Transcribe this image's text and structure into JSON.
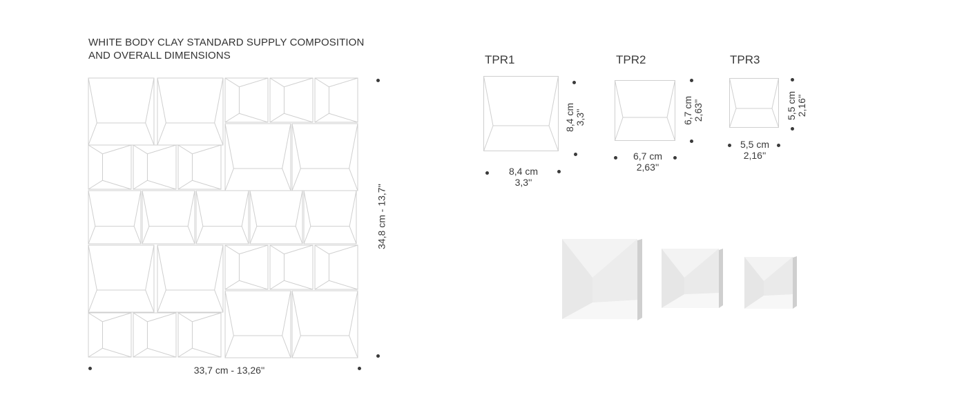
{
  "title_line1": "WHITE BODY CLAY STANDARD SUPPLY COMPOSITION",
  "title_line2": "AND OVERALL DIMENSIONS",
  "composition": {
    "width_label": "33,7 cm - 13,26''",
    "height_label": "34,8 cm - 13,7''"
  },
  "tiles": [
    {
      "name": "TPR1",
      "width_label_cm": "8,4 cm",
      "width_label_in": "3,3''",
      "height_label_cm": "8,4 cm",
      "height_label_in": "3,3''"
    },
    {
      "name": "TPR2",
      "width_label_cm": "6,7 cm",
      "width_label_in": "2,63''",
      "height_label_cm": "6,7 cm",
      "height_label_in": "2,63''"
    },
    {
      "name": "TPR3",
      "width_label_cm": "5,5 cm",
      "width_label_in": "2,16''",
      "height_label_cm": "5,5 cm",
      "height_label_in": "2,16''"
    }
  ],
  "colors": {
    "text": "#3a3a3a",
    "tile_line": "#cfcfcf",
    "tile_face": "#ececec"
  }
}
